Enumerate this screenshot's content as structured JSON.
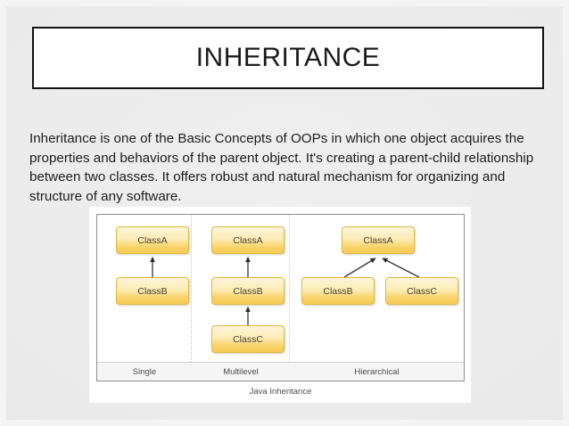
{
  "slide": {
    "title": "INHERITANCE",
    "body": "Inheritance is one of the Basic Concepts of OOPs in which one object acquires the properties and behaviors of the parent object. It's creating a parent-child relationship between two classes. It offers robust and natural mechanism for organizing and structure of any software.",
    "colors": {
      "background": "#e9e9e9",
      "title_border": "#111111",
      "title_fill": "#ffffff",
      "node_fill_top": "#fdf5da",
      "node_fill_bottom": "#f5cb55",
      "node_border": "#e2b93c",
      "text": "#1d1d1d",
      "panel_border": "#8e8e8e",
      "footer_bar": "#f5f5f5"
    }
  },
  "figure": {
    "caption": "Java Inheritance",
    "columns": [
      {
        "label": "Single",
        "nodes": [
          {
            "id": "s-a",
            "label": "ClassA"
          },
          {
            "id": "s-b",
            "label": "ClassB"
          }
        ],
        "edges": [
          {
            "from": "ClassB",
            "to": "ClassA"
          }
        ]
      },
      {
        "label": "Multilevel",
        "nodes": [
          {
            "id": "m-a",
            "label": "ClassA"
          },
          {
            "id": "m-b",
            "label": "ClassB"
          },
          {
            "id": "m-c",
            "label": "ClassC"
          }
        ],
        "edges": [
          {
            "from": "ClassB",
            "to": "ClassA"
          },
          {
            "from": "ClassC",
            "to": "ClassB"
          }
        ]
      },
      {
        "label": "Hierarchical",
        "nodes": [
          {
            "id": "h-a",
            "label": "ClassA"
          },
          {
            "id": "h-b",
            "label": "ClassB"
          },
          {
            "id": "h-c",
            "label": "ClassC"
          }
        ],
        "edges": [
          {
            "from": "ClassB",
            "to": "ClassA"
          },
          {
            "from": "ClassC",
            "to": "ClassA"
          }
        ]
      }
    ]
  }
}
